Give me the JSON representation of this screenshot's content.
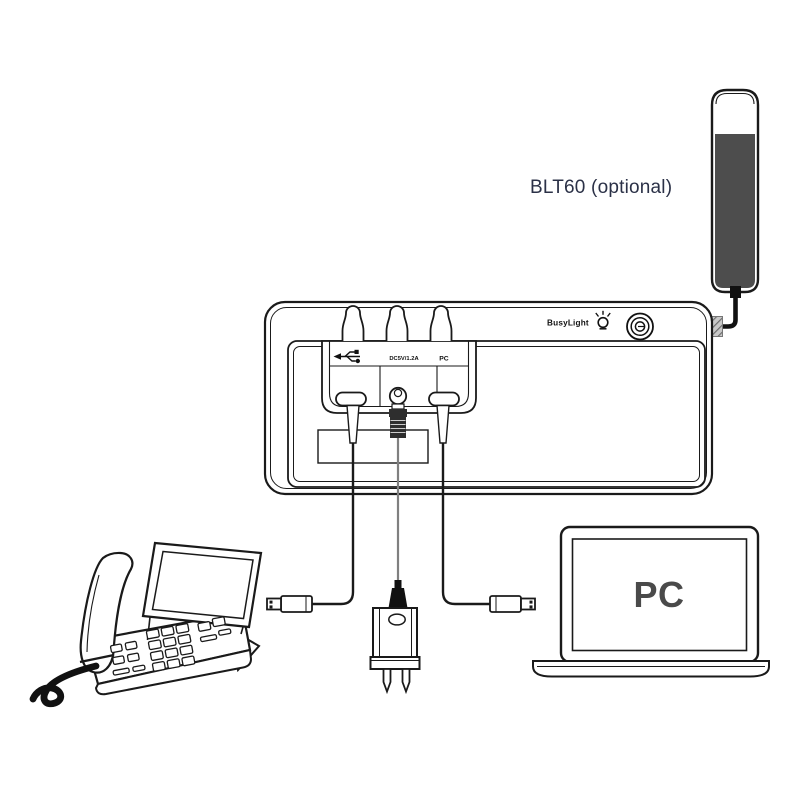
{
  "labels": {
    "blt60": "BLT60 (optional)",
    "busylight_port": "BusyLight",
    "power_port": "DC5V/1.2A",
    "pc_port": "PC",
    "laptop": "PC"
  },
  "colors": {
    "line": "#1a1a1a",
    "tower_body": "#4d4d4d",
    "blt60_text": "#2b3147",
    "laptop_text": "#4a4a4a",
    "hatch_fill": "#c9c9c9",
    "hatch_stripe": "#6f6f6f"
  },
  "icons": {
    "usb_port": "usb-icon",
    "busylight": "busylight-icon",
    "jack": "audio-jack-icon",
    "power_plug": "power-plug-icon"
  }
}
